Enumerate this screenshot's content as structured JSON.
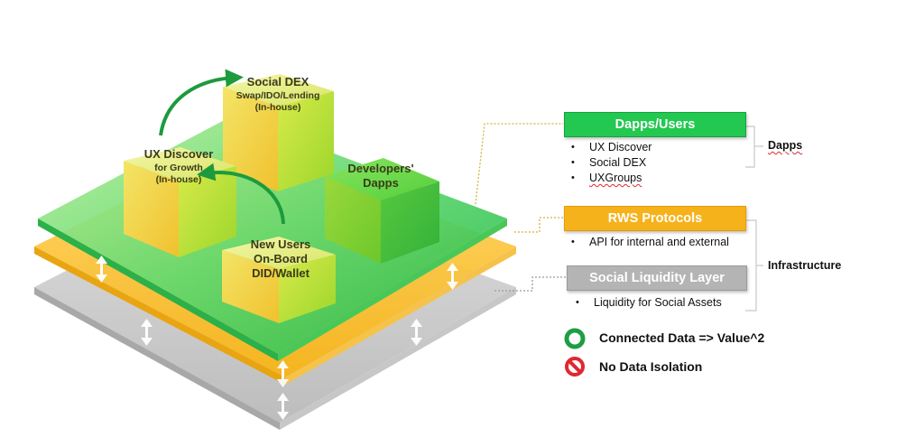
{
  "cubes": {
    "social_dex": {
      "title": "Social DEX",
      "line2": "Swap/IDO/Lending",
      "line3": "(In-house)"
    },
    "ux_discover": {
      "title": "UX Discover",
      "line2": "for Growth",
      "line3": "(In-house)"
    },
    "developers_dapps": {
      "line1": "Developers'",
      "line2": "Dapps"
    },
    "new_users": {
      "line1": "New Users",
      "line2": "On-Board",
      "line3": "DID/Wallet"
    }
  },
  "layers": {
    "dapps_users": {
      "label": "Dapps/Users",
      "items": [
        "UX Discover",
        "Social DEX",
        "UXGroups"
      ]
    },
    "rws_protocols": {
      "label": "RWS Protocols",
      "items": [
        "API for internal and external"
      ]
    },
    "social_liquidity": {
      "label": "Social Liquidity Layer",
      "items": [
        "Liquidity for Social Assets"
      ]
    }
  },
  "groups": {
    "dapps": "Dapps",
    "infrastructure": "Infrastructure"
  },
  "legend": {
    "connected": "Connected Data => Value^2",
    "isolation": "No Data Isolation"
  },
  "colors": {
    "green": "#22c84f",
    "orange": "#f5b21b",
    "gray": "#b4b4b4",
    "red": "#e0282f"
  }
}
